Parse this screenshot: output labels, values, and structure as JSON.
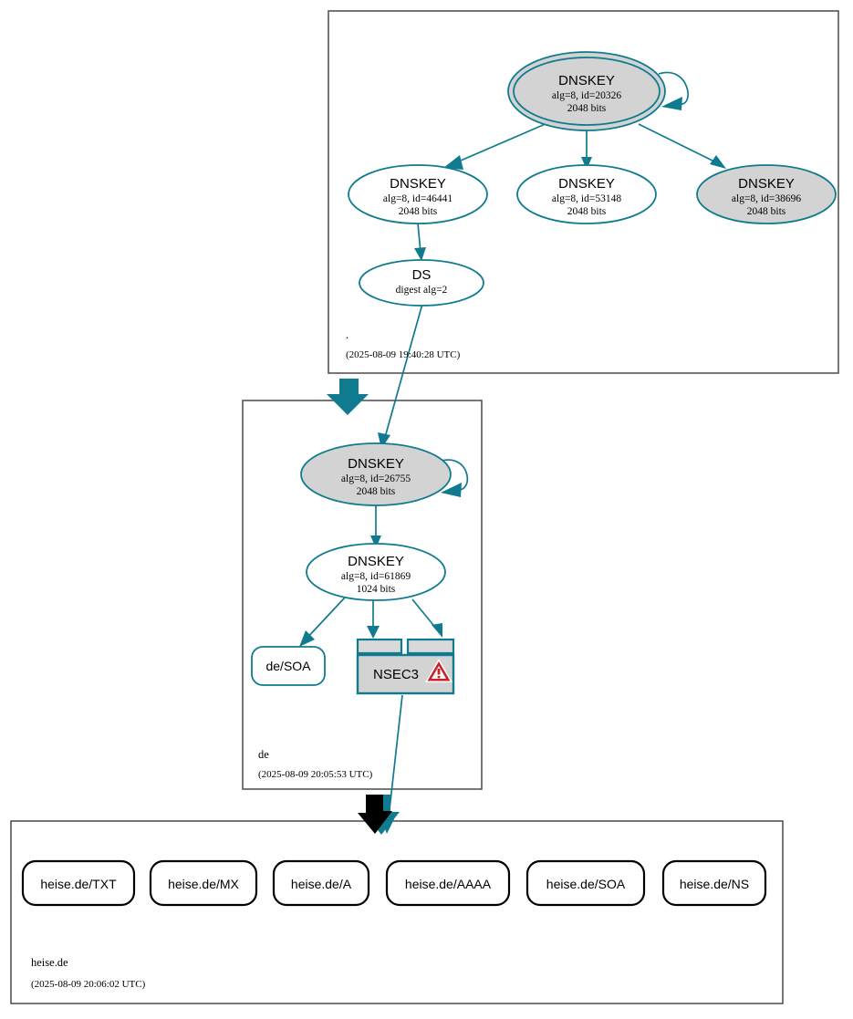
{
  "diagram": {
    "kind": "dnssec-authentication-chain",
    "accent_color": "#107b8f",
    "secure_fill": "#d3d3d3",
    "insecure_fill": "#ffffff",
    "warning_color": "#cc2229"
  },
  "zones": [
    {
      "id": "root",
      "label": ".",
      "timestamp": "(2025-08-09 19:40:28 UTC)",
      "nodes": [
        {
          "id": "ksk20326",
          "type": "DNSKEY",
          "title": "DNSKEY",
          "line2": "alg=8, id=20326",
          "line3": "2048 bits",
          "shape": "doubleellipse",
          "fill": "#d3d3d3"
        },
        {
          "id": "zsk46441",
          "type": "DNSKEY",
          "title": "DNSKEY",
          "line2": "alg=8, id=46441",
          "line3": "2048 bits",
          "shape": "ellipse",
          "fill": "#ffffff"
        },
        {
          "id": "zsk53148",
          "type": "DNSKEY",
          "title": "DNSKEY",
          "line2": "alg=8, id=53148",
          "line3": "2048 bits",
          "shape": "ellipse",
          "fill": "#ffffff"
        },
        {
          "id": "zsk38696",
          "type": "DNSKEY",
          "title": "DNSKEY",
          "line2": "alg=8, id=38696",
          "line3": "2048 bits",
          "shape": "ellipse",
          "fill": "#d3d3d3"
        },
        {
          "id": "ds2",
          "type": "DS",
          "title": "DS",
          "line2": "digest alg=2",
          "line3": "",
          "shape": "ellipse",
          "fill": "#ffffff"
        }
      ]
    },
    {
      "id": "de",
      "label": "de",
      "timestamp": "(2025-08-09 20:05:53 UTC)",
      "nodes": [
        {
          "id": "ksk26755",
          "type": "DNSKEY",
          "title": "DNSKEY",
          "line2": "alg=8, id=26755",
          "line3": "2048 bits",
          "shape": "ellipse",
          "fill": "#d3d3d3"
        },
        {
          "id": "zsk61869",
          "type": "DNSKEY",
          "title": "DNSKEY",
          "line2": "alg=8, id=61869",
          "line3": "1024 bits",
          "shape": "ellipse",
          "fill": "#ffffff"
        },
        {
          "id": "desoa",
          "type": "RRSET",
          "title": "de/SOA",
          "shape": "roundrect",
          "fill": "#ffffff"
        },
        {
          "id": "nsec3",
          "type": "NSEC3",
          "title": "NSEC3",
          "shape": "table",
          "fill": "#d3d3d3",
          "warning": true
        }
      ]
    },
    {
      "id": "heise",
      "label": "heise.de",
      "timestamp": "(2025-08-09 20:06:02 UTC)",
      "nodes": [
        {
          "id": "rr-txt",
          "type": "RRSET",
          "title": "heise.de/TXT",
          "shape": "roundrect",
          "fill": "#ffffff"
        },
        {
          "id": "rr-mx",
          "type": "RRSET",
          "title": "heise.de/MX",
          "shape": "roundrect",
          "fill": "#ffffff"
        },
        {
          "id": "rr-a",
          "type": "RRSET",
          "title": "heise.de/A",
          "shape": "roundrect",
          "fill": "#ffffff"
        },
        {
          "id": "rr-aaaa",
          "type": "RRSET",
          "title": "heise.de/AAAA",
          "shape": "roundrect",
          "fill": "#ffffff"
        },
        {
          "id": "rr-soa",
          "type": "RRSET",
          "title": "heise.de/SOA",
          "shape": "roundrect",
          "fill": "#ffffff"
        },
        {
          "id": "rr-ns",
          "type": "RRSET",
          "title": "heise.de/NS",
          "shape": "roundrect",
          "fill": "#ffffff"
        }
      ]
    }
  ],
  "icons": {
    "warning": "warning-triangle-icon"
  }
}
